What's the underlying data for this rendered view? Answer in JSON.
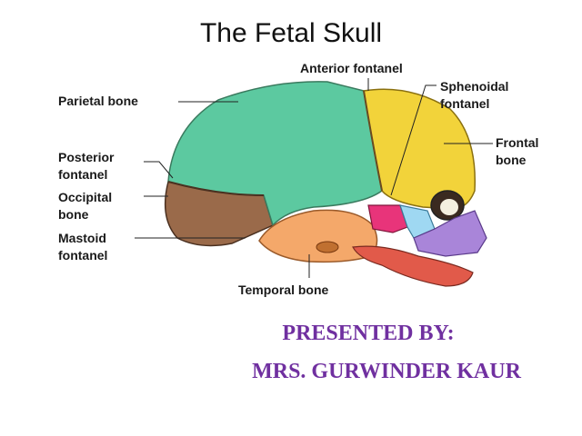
{
  "title": "The Fetal Skull",
  "labels": {
    "anterior_fontanel": "Anterior fontanel",
    "sphenoidal_fontanel": "Sphenoidal\nfontanel",
    "parietal_bone": "Parietal bone",
    "frontal_bone": "Frontal\nbone",
    "posterior_fontanel": "Posterior\nfontanel",
    "occipital_bone": "Occipital\nbone",
    "mastoid_fontanel": "Mastoid\nfontanel",
    "temporal_bone": "Temporal bone"
  },
  "presenter": {
    "line1": "PRESENTED BY:",
    "line2": "MRS. GURWINDER KAUR"
  },
  "colors": {
    "parietal": "#5cc9a0",
    "frontal": "#f2d33a",
    "occipital": "#9a6a4a",
    "temporal": "#f4a86a",
    "sphenoid": "#e8347a",
    "maxilla": "#a985d9",
    "nasal": "#9fd8f2",
    "mandible": "#e15a4a",
    "presenter_text": "#7030a0"
  }
}
